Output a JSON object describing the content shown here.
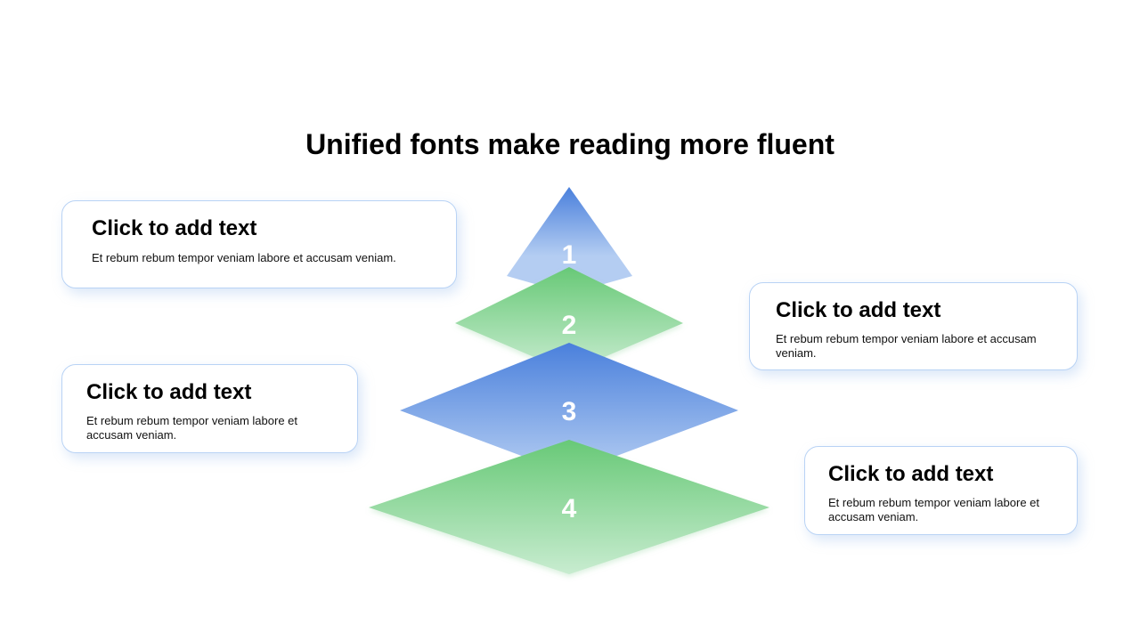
{
  "title": "Unified fonts make reading more fluent",
  "colors": {
    "blue_top": "#4a80dc",
    "blue_bottom": "#b4cdf2",
    "green_top": "#68c977",
    "green_bottom": "#c8ecd0",
    "card_border": "#b9d3f5"
  },
  "tiers": [
    {
      "number": "1",
      "color": "blue"
    },
    {
      "number": "2",
      "color": "green"
    },
    {
      "number": "3",
      "color": "blue"
    },
    {
      "number": "4",
      "color": "green"
    }
  ],
  "cards": [
    {
      "heading": "Click to add text",
      "body": "Et rebum rebum tempor veniam labore et accusam veniam."
    },
    {
      "heading": "Click to add text",
      "body": "Et rebum rebum tempor veniam labore et accusam veniam."
    },
    {
      "heading": "Click to add text",
      "body": "Et rebum rebum tempor veniam labore et accusam veniam."
    },
    {
      "heading": "Click to add text",
      "body": "Et rebum rebum tempor veniam labore et accusam veniam."
    }
  ]
}
